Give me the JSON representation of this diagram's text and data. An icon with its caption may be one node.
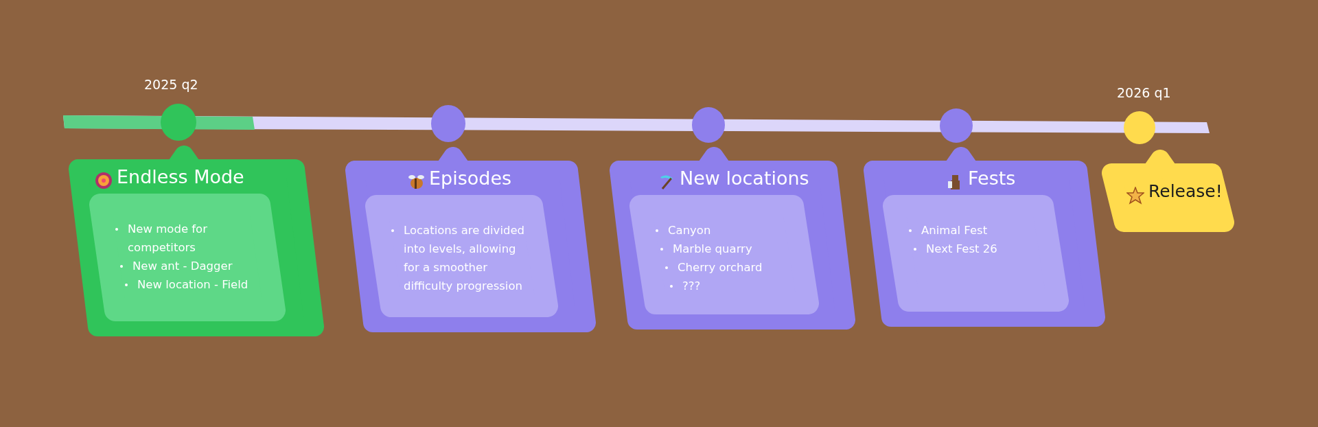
{
  "diagram": {
    "nodes": [
      {
        "text": [],
        "shape": "circle",
        "beside": [
          "2025 q2"
        ]
      },
      {
        "text": [],
        "shape": "circle"
      },
      {
        "text": [],
        "shape": "circle"
      },
      {
        "text": [],
        "shape": "circle"
      },
      {
        "text": [],
        "shape": "circle",
        "beside": [
          "2026 q1"
        ]
      },
      {
        "text": [
          "Endless Mode"
        ]
      },
      {
        "text": [
          "New mode for competitors",
          "New ant - Dagger",
          "New location - Field"
        ],
        "in": 5
      },
      {
        "text": [
          "Episodes"
        ]
      },
      {
        "text": [
          "Locations are divided into levels, allowing for a smoother difficulty progression"
        ],
        "in": 7
      },
      {
        "text": [
          "New locations"
        ]
      },
      {
        "text": [
          "Canyon",
          "Marble quarry",
          "Cherry orchard",
          "???"
        ],
        "in": 9
      },
      {
        "text": [
          "Fests"
        ]
      },
      {
        "text": [
          "Animal Fest",
          "Next Fest 26"
        ],
        "in": 11
      },
      {
        "text": [
          "Release!"
        ]
      }
    ]
  }
}
